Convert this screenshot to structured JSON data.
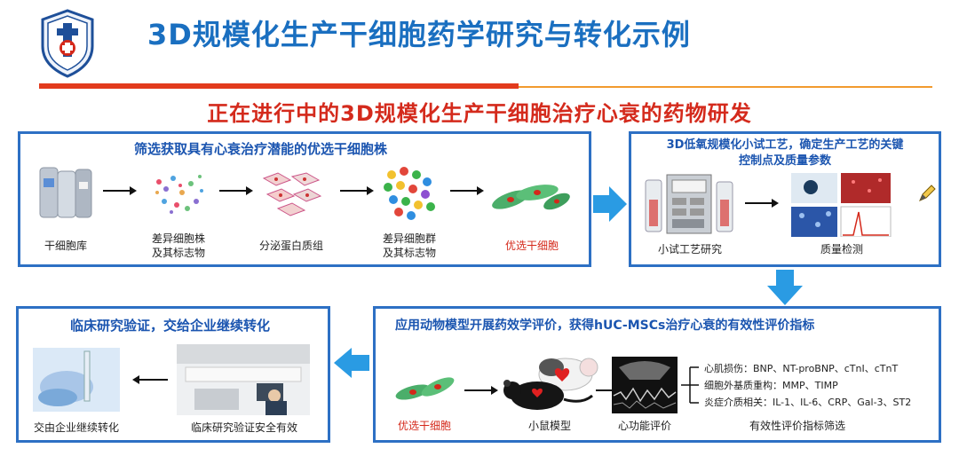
{
  "slide": {
    "title": "3D规模化生产干细胞药学研究与转化示例",
    "subtitle": "正在进行中的3D规模化生产干细胞治疗心衰的药物研发"
  },
  "panel_screening": {
    "title": "筛选获取具有心衰治疗潜能的优选干细胞株",
    "steps": [
      {
        "label_line1": "干细胞库",
        "label_line2": ""
      },
      {
        "label_line1": "差异细胞株",
        "label_line2": "及其标志物"
      },
      {
        "label_line1": "分泌蛋白质组",
        "label_line2": ""
      },
      {
        "label_line1": "差异细胞群",
        "label_line2": "及其标志物"
      },
      {
        "label_line1": "优选干细胞",
        "label_line2": ""
      }
    ]
  },
  "panel_process": {
    "title_line1": "3D低氧规模化小试工艺，确定生产工艺的关键",
    "title_line2": "控制点及质量参数",
    "steps": [
      {
        "label": "小试工艺研究"
      },
      {
        "label": "质量检测"
      }
    ]
  },
  "panel_clinical": {
    "title": "临床研究验证，交给企业继续转化",
    "steps": [
      {
        "label": "交由企业继续转化"
      },
      {
        "label": "临床研究验证安全有效"
      }
    ]
  },
  "panel_animal": {
    "title": "应用动物模型开展药效学评价，获得hUC-MSCs治疗心衰的有效性评价指标",
    "steps": [
      {
        "label": "优选干细胞"
      },
      {
        "label": "小鼠模型"
      },
      {
        "label": "心功能评价"
      },
      {
        "label": "有效性评价指标筛选"
      }
    ],
    "metrics": [
      "心肌损伤：BNP、NT-proBNP、cTnI、cTnT",
      "细胞外基质重构：MMP、TIMP",
      "炎症介质相关：IL-1、IL-6、CRP、Gal-3、ST2"
    ]
  },
  "colors": {
    "title_blue": "#1a6fc0",
    "subtitle_red": "#d42a1c",
    "panel_border": "#2d70c4",
    "flow_arrow": "#2a9be3"
  }
}
